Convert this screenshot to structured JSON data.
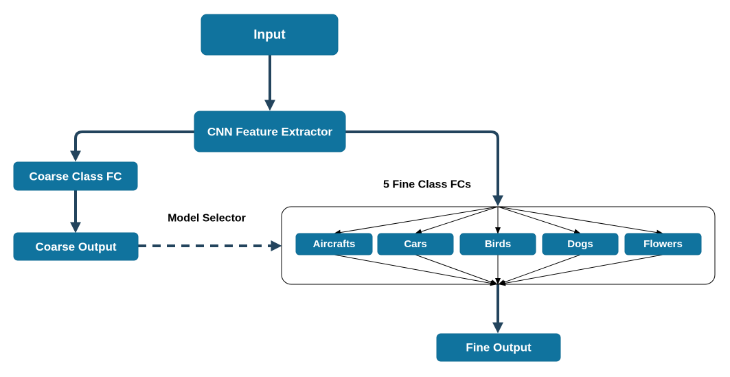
{
  "nodes": {
    "input": "Input",
    "cnn_feature_extractor": "CNN Feature Extractor",
    "coarse_class_fc": "Coarse Class FC",
    "coarse_output": "Coarse Output",
    "fine_output": "Fine Output"
  },
  "fine_classes": [
    "Aircrafts",
    "Cars",
    "Birds",
    "Dogs",
    "Flowers"
  ],
  "labels": {
    "fine_class_group": "5 Fine Class FCs",
    "model_selector": "Model Selector"
  },
  "colors": {
    "node_fill": "#10739e",
    "edge": "#23445d"
  }
}
